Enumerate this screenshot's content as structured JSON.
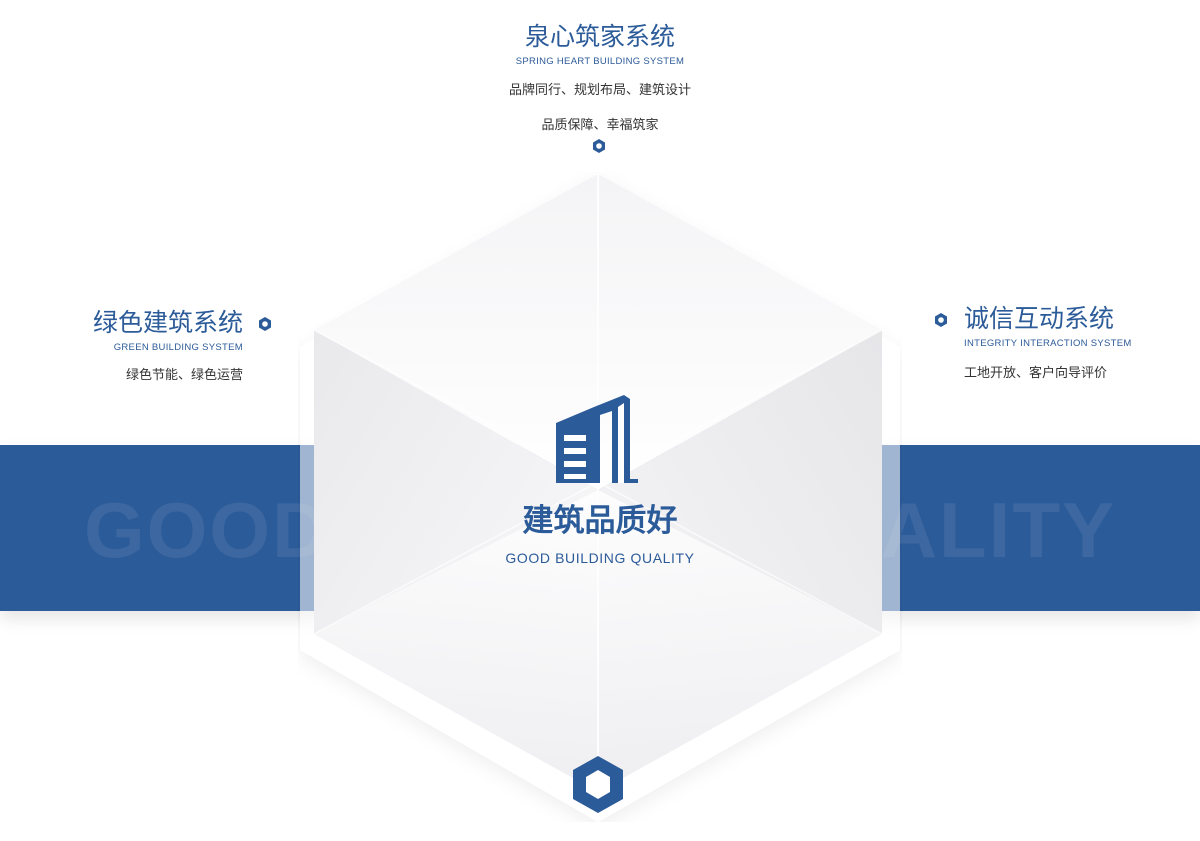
{
  "background_band": {
    "watermark_left": "GOOD",
    "watermark_right": "ALITY",
    "color": "#2c5b99"
  },
  "center": {
    "icon": "building-icon",
    "title": "建筑品质好",
    "subtitle": "GOOD BUILDING QUALITY"
  },
  "systems": {
    "top": {
      "title": "泉心筑家系统",
      "subtitle": "SPRING HEART BUILDING SYSTEM",
      "lines": [
        "品牌同行、规划布局、建筑设计",
        "品质保障、幸福筑家"
      ]
    },
    "left": {
      "title": "绿色建筑系统",
      "subtitle": "GREEN BUILDING SYSTEM",
      "lines": [
        "绿色节能、绿色运营"
      ]
    },
    "right": {
      "title": "诚信互动系统",
      "subtitle": "INTEGRITY INTERACTION SYSTEM",
      "lines": [
        "工地开放、客户向导评价"
      ]
    }
  },
  "colors": {
    "accent": "#2c5b99",
    "text": "#333333"
  }
}
